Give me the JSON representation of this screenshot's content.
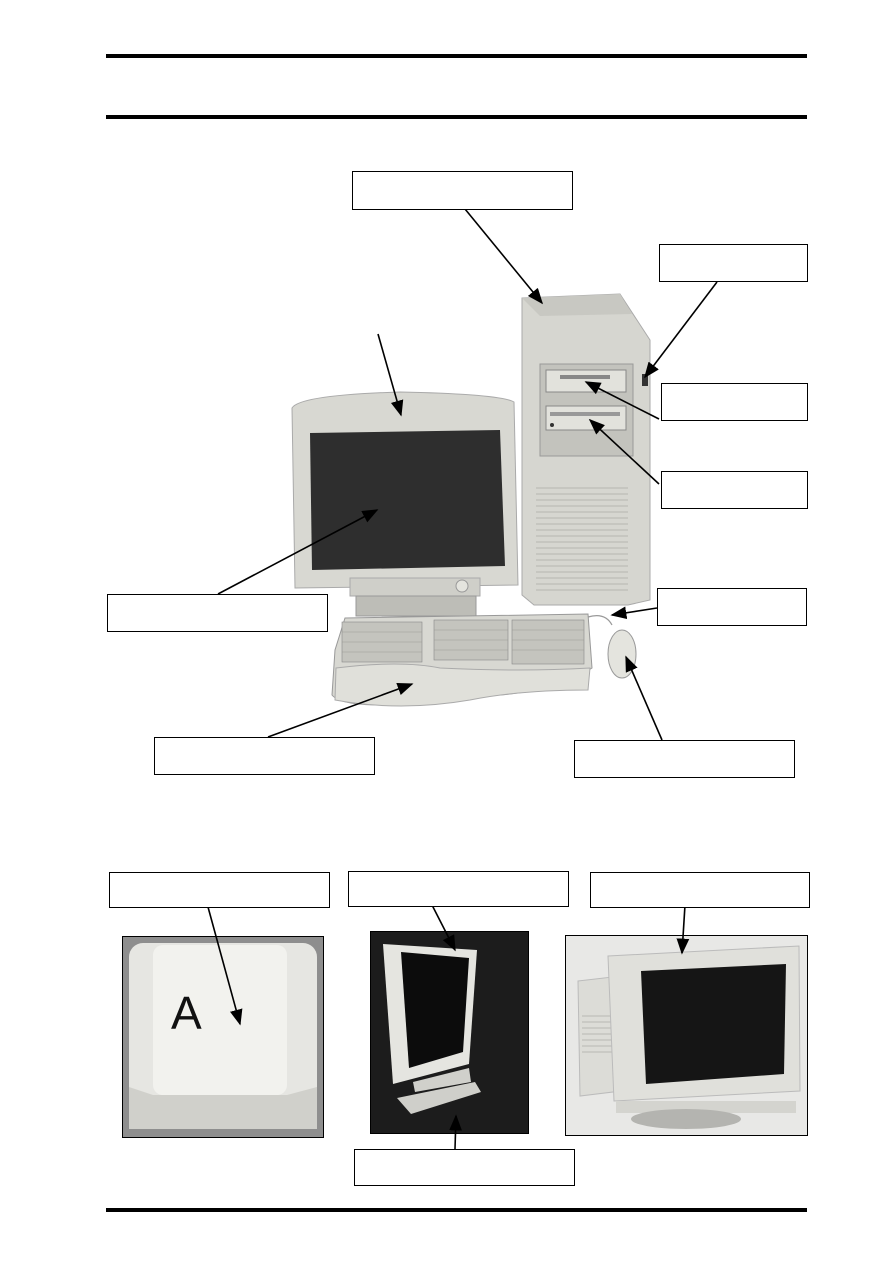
{
  "page": {
    "header_title": "",
    "footer_text": ""
  },
  "main_figure": {
    "description": "Desktop computer system: CRT monitor, tower system unit, ergonomic keyboard, mouse",
    "labels": {
      "system_unit": "",
      "power_button": "",
      "floppy_drive": "",
      "cd_drive": "",
      "monitor": "",
      "screen": "",
      "cable": "",
      "keyboard": "",
      "mouse": ""
    }
  },
  "sub_figures": {
    "key": {
      "description": "Keyboard key",
      "key_glyph": "A",
      "label": ""
    },
    "flat_monitor": {
      "description": "Flat panel (LCD) monitor",
      "label": "",
      "stand_label": ""
    },
    "crt_monitor": {
      "description": "CRT monitor",
      "label": ""
    }
  },
  "colors": {
    "line": "#000000",
    "plastic": "#d9d9d4",
    "screen": "#2b2b2b",
    "dark_bg": "#1c1c1c",
    "grey_bg": "#8e8e8e"
  }
}
